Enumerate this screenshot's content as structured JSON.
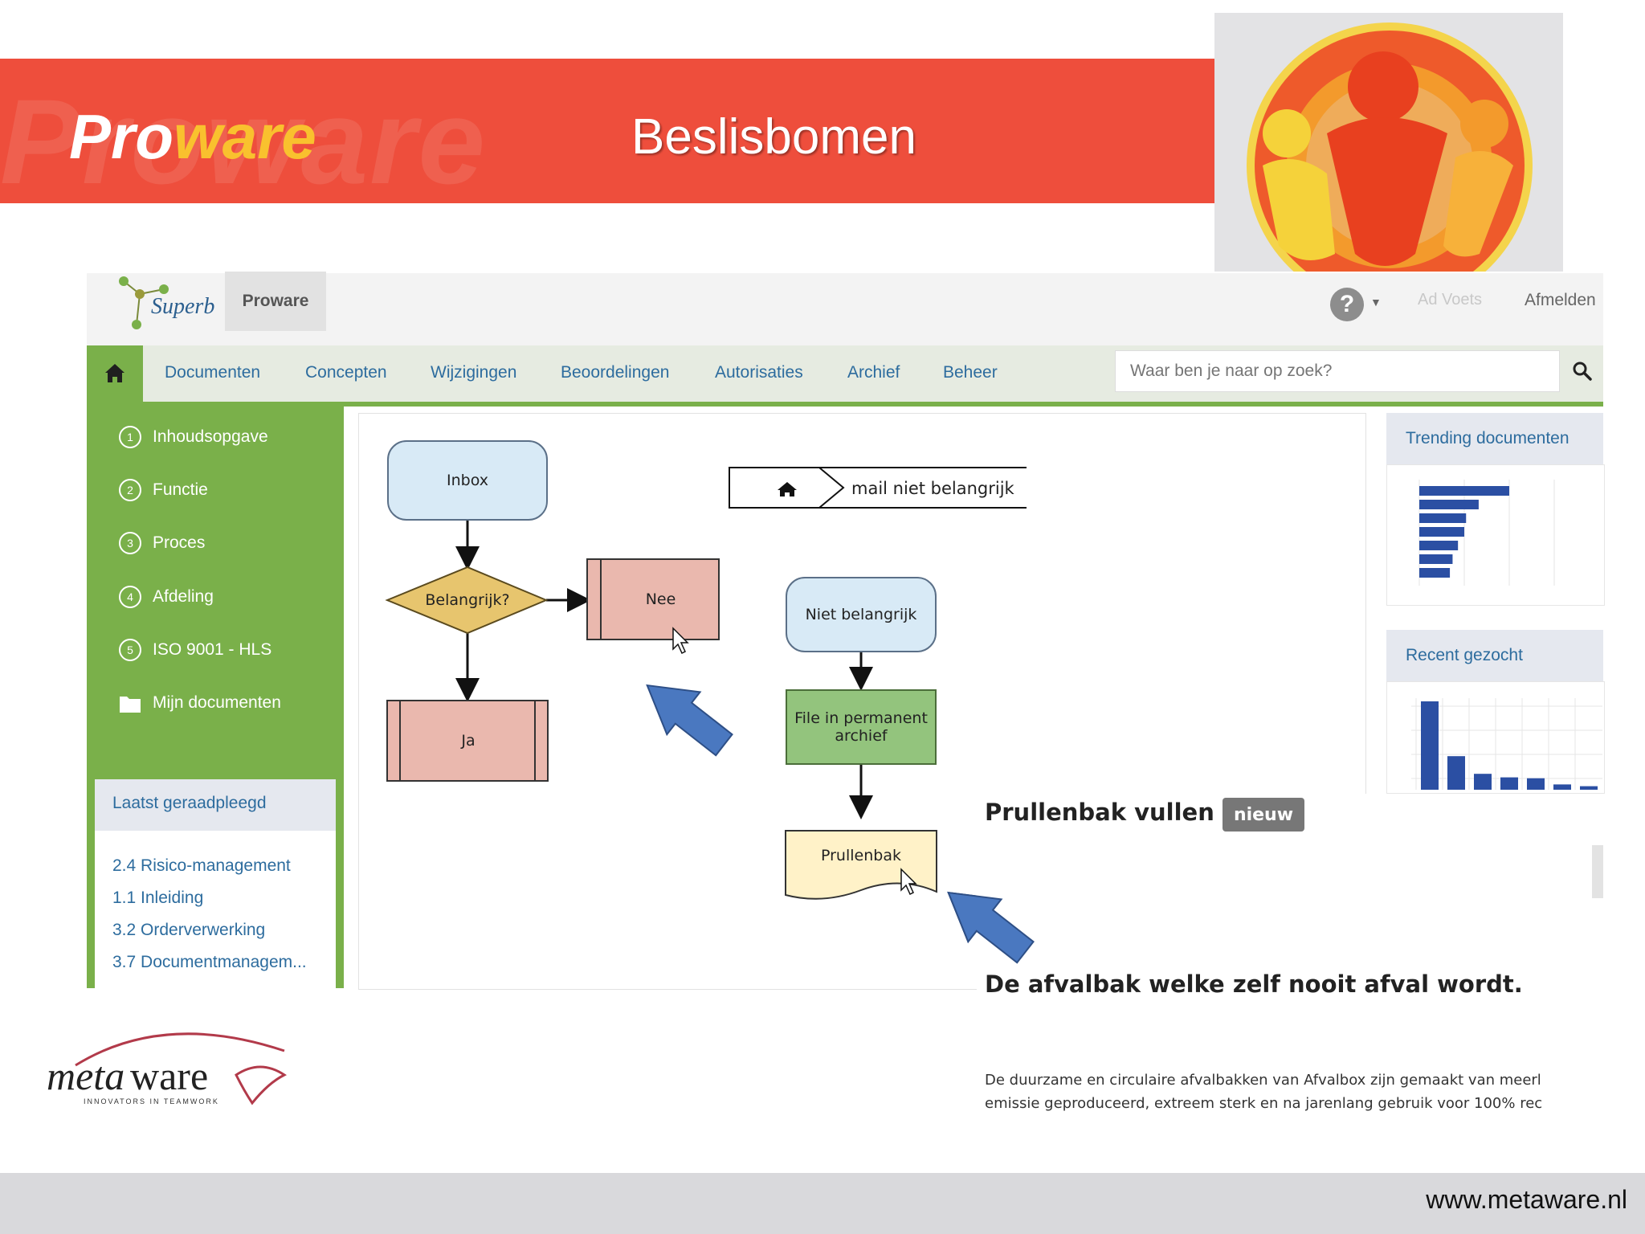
{
  "slide": {
    "brand_part1": "Pro",
    "brand_part2": "ware",
    "brand_ghost": "Proware",
    "title": "Beslisbomen",
    "footer_url": "www.metaware.nl",
    "footer_logo_text": "metaware",
    "footer_logo_tagline": "INNOVATORS IN TEAMWORK"
  },
  "app": {
    "logo_text": "Superb",
    "tenant_tab": "Proware",
    "user_name": "Ad Voets",
    "logout_label": "Afmelden",
    "nav": {
      "items": [
        "Documenten",
        "Concepten",
        "Wijzigingen",
        "Beoordelingen",
        "Autorisaties",
        "Archief",
        "Beheer"
      ],
      "search_placeholder": "Waar ben je naar op zoek?"
    },
    "sidebar": {
      "items": [
        {
          "num": "1",
          "label": "Inhoudsopgave"
        },
        {
          "num": "2",
          "label": "Functie"
        },
        {
          "num": "3",
          "label": "Proces"
        },
        {
          "num": "4",
          "label": "Afdeling"
        },
        {
          "num": "5",
          "label": "ISO 9001 - HLS"
        }
      ],
      "my_documents": "Mijn documenten",
      "recent_title": "Laatst geraadpleegd",
      "recent_links": [
        "2.4 Risico-management",
        "1.1 Inleiding",
        "3.2 Orderverwerking",
        "3.7 Documentmanagem..."
      ]
    },
    "panels": {
      "trending_title": "Trending documenten",
      "recent_search_title": "Recent gezocht"
    },
    "trending_values": [
      100,
      66,
      52,
      50,
      43,
      37,
      34
    ],
    "recent_search_values": [
      100,
      38,
      18,
      14,
      13,
      6,
      4
    ]
  },
  "flowchart": {
    "inbox": "Inbox",
    "decision": "Belangrijk?",
    "no": "Nee",
    "yes": "Ja",
    "not_important": "Niet belangrijk",
    "file_archive": "File in permanent archief",
    "trash": "Prullenbak",
    "breadcrumb": "mail niet belangrijk"
  },
  "web": {
    "headline": "Prullenbak vullen",
    "badge": "nieuw",
    "subheadline": "De afvalbak welke zelf nooit afval wordt.",
    "body_line1": "De duurzame en circulaire afvalbakken van Afvalbox zijn gemaakt van meerl",
    "body_line2": "emissie geproduceerd, extreem sterk en na jarenlang gebruik voor 100% rec"
  },
  "colors": {
    "banner": "#ee4e3c",
    "brand_accent": "#f9c12e",
    "app_green": "#7ab04a",
    "link_blue": "#2d6c9e",
    "arrow_blue": "#4a78c0",
    "bar_blue": "#2b4fa3"
  }
}
